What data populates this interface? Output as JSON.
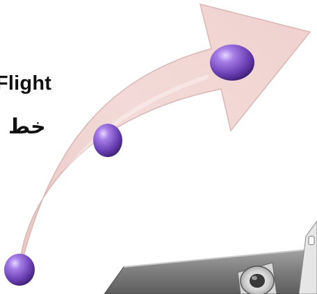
{
  "labels": {
    "english": "Flight",
    "arabic": "خط"
  },
  "arrow": {
    "fill": "#f2d4d1",
    "stroke": "#d9b3b0"
  },
  "dots": {
    "count": 3,
    "color": "#7a4fc2"
  },
  "airplane": {
    "wing_color": "#8a8a8a",
    "engine_color": "#d8d8d8"
  }
}
